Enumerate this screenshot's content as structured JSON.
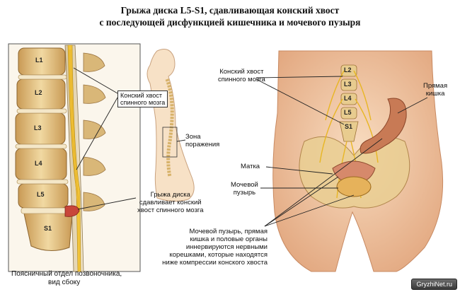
{
  "title": {
    "line1": "Грыжа диска L5-S1, сдавливающая конский хвост",
    "line2": "с последующей дисфункцией кишечника и мочевого пузыря"
  },
  "left_panel": {
    "vertebrae": [
      "L1",
      "L2",
      "L3",
      "L4",
      "L5",
      "S1"
    ],
    "caption_line1": "Поясничный отдел позвоночника,",
    "caption_line2": "вид сбоку",
    "cauda_label_line1": "Конский хвост",
    "cauda_label_line2": "спинного мозга",
    "zone_label_line1": "Зона",
    "zone_label_line2": "поражения",
    "hernia_label_line1": "Грыжа диска",
    "hernia_label_line2": "сдавливает конский",
    "hernia_label_line3": "хвост спинного мозга"
  },
  "right_panel": {
    "vertebrae": [
      "L2",
      "L3",
      "L4",
      "L5",
      "S1"
    ],
    "cauda_label_line1": "Конский хвост",
    "cauda_label_line2": "спинного мозга",
    "rectum_label_line1": "Прямая",
    "rectum_label_line2": "кишка",
    "uterus_label": "Матка",
    "bladder_label_line1": "Мочевой",
    "bladder_label_line2": "пузырь",
    "note_lines": [
      "Мочевой пузырь, прямая",
      "кишка и половые органы",
      "иннервируются нервными",
      "корешками, которые находятся",
      "ниже компрессии конского хвоста"
    ]
  },
  "watermark": "GryzhiNet.ru",
  "colors": {
    "bone": "#e9cf94",
    "disc": "#f4e7c8",
    "nerve": "#f2c43a",
    "hernia": "#c8463a",
    "skin": "#f3c9a4",
    "muscle": "#c87a55"
  }
}
